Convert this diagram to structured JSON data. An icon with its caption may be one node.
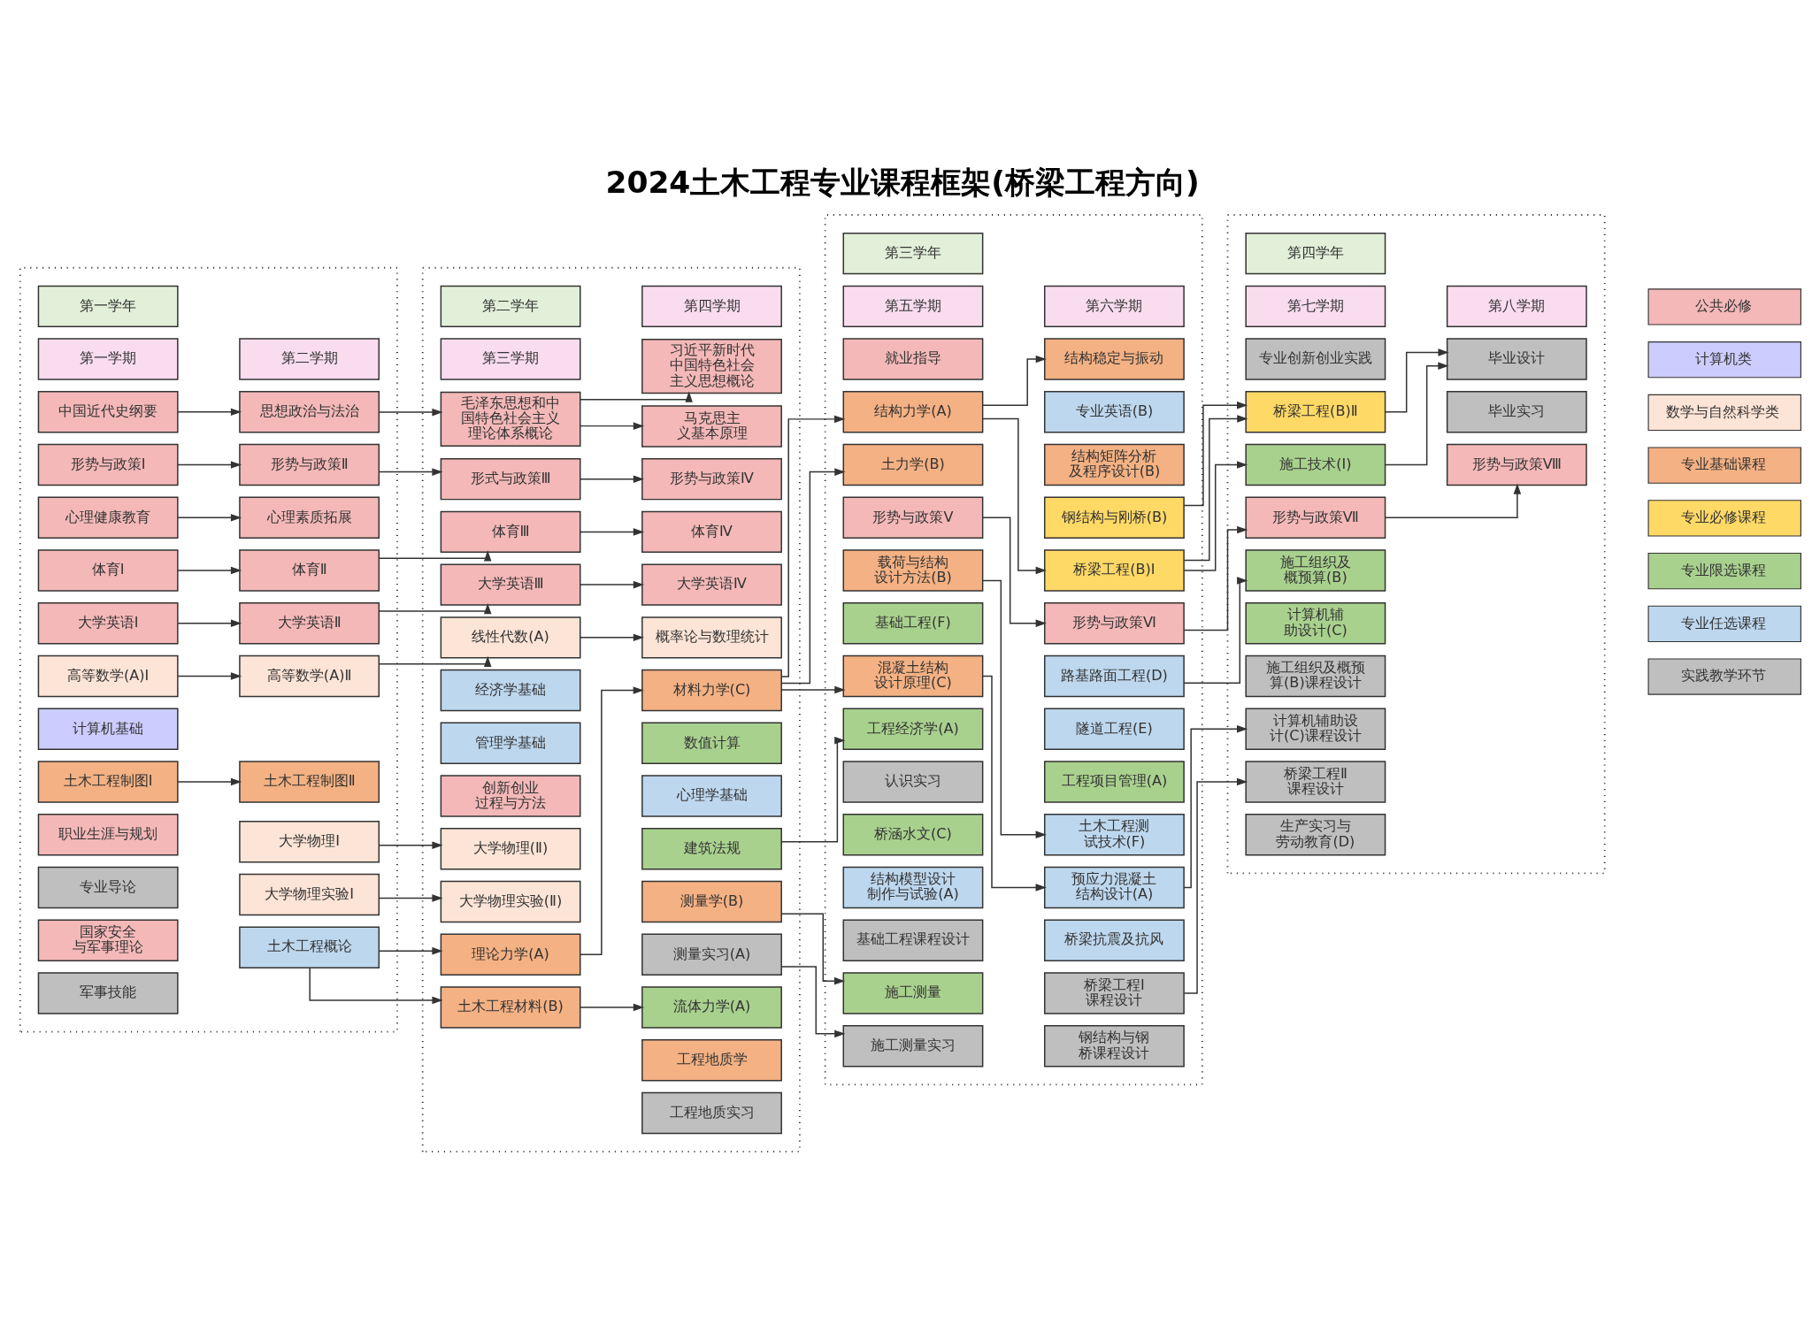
{
  "diagram": {
    "title": "2024土木工程专业课程框架(桥梁工程方向)",
    "nodes": [
      {
        "text": [],
        "shape": "box"
      },
      {
        "text": [
          "第一学年"
        ],
        "in": 0
      },
      {
        "text": [
          "第一学期"
        ],
        "in": 0
      },
      {
        "text": [
          "第二学期"
        ],
        "in": 0
      },
      {
        "text": [
          "中国近代史纲要"
        ],
        "in": 0
      },
      {
        "text": [
          "形势与政策Ⅰ"
        ],
        "in": 0
      },
      {
        "text": [
          "心理健康教育"
        ],
        "in": 0
      },
      {
        "text": [
          "体育Ⅰ"
        ],
        "in": 0
      },
      {
        "text": [
          "大学英语Ⅰ"
        ],
        "in": 0
      },
      {
        "text": [
          "高等数学(A)Ⅰ"
        ],
        "in": 0
      },
      {
        "text": [
          "计算机基础"
        ],
        "in": 0
      },
      {
        "text": [
          "土木工程制图Ⅰ"
        ],
        "in": 0
      },
      {
        "text": [
          "职业生涯与规划"
        ],
        "in": 0
      },
      {
        "text": [
          "专业导论"
        ],
        "in": 0
      },
      {
        "text": [
          "国家安全与军事理论"
        ],
        "in": 0
      },
      {
        "text": [
          "军事技能"
        ],
        "in": 0
      },
      {
        "text": [
          "思想政治与法治"
        ],
        "in": 0
      },
      {
        "text": [
          "形势与政策Ⅱ"
        ],
        "in": 0
      },
      {
        "text": [
          "心理素质拓展"
        ],
        "in": 0
      },
      {
        "text": [
          "体育Ⅱ"
        ],
        "in": 0
      },
      {
        "text": [
          "大学英语Ⅱ"
        ],
        "in": 0
      },
      {
        "text": [
          "高等数学(A)Ⅱ"
        ],
        "in": 0
      },
      {
        "text": [
          "土木工程制图Ⅱ"
        ],
        "in": 0
      },
      {
        "text": [
          "大学物理Ⅰ"
        ],
        "in": 0
      },
      {
        "text": [
          "大学物理实验Ⅰ"
        ],
        "in": 0
      },
      {
        "text": [
          "土木工程概论"
        ],
        "in": 0
      },
      {
        "text": [],
        "shape": "box"
      },
      {
        "text": [
          "第二学年"
        ],
        "in": 26
      },
      {
        "text": [
          "第三学期"
        ],
        "in": 26
      },
      {
        "text": [
          "第四学期"
        ],
        "in": 26
      },
      {
        "text": [
          "毛泽东思想和中国特色社会主义理论体系概论"
        ],
        "in": 26
      },
      {
        "text": [
          "形式与政策Ⅲ"
        ],
        "in": 26
      },
      {
        "text": [
          "体育Ⅲ"
        ],
        "in": 26
      },
      {
        "text": [
          "大学英语Ⅲ"
        ],
        "in": 26
      },
      {
        "text": [
          "线性代数(A)"
        ],
        "in": 26
      },
      {
        "text": [
          "经济学基础"
        ],
        "in": 26
      },
      {
        "text": [
          "管理学基础"
        ],
        "in": 26
      },
      {
        "text": [
          "创新创业过程与方法"
        ],
        "in": 26
      },
      {
        "text": [
          "大学物理(Ⅱ)"
        ],
        "in": 26
      },
      {
        "text": [
          "大学物理实验(Ⅱ)"
        ],
        "in": 26
      },
      {
        "text": [
          "理论力学(A)"
        ],
        "in": 26
      },
      {
        "text": [
          "土木工程材料(B)"
        ],
        "in": 26
      },
      {
        "text": [
          "习近平新时代中国特色社会主义思想概论"
        ],
        "in": 26
      },
      {
        "text": [
          "马克思主义基本原理"
        ],
        "in": 26
      },
      {
        "text": [
          "形势与政策Ⅳ"
        ],
        "in": 26
      },
      {
        "text": [
          "体育Ⅳ"
        ],
        "in": 26
      },
      {
        "text": [
          "大学英语Ⅳ"
        ],
        "in": 26
      },
      {
        "text": [
          "概率论与数理统计"
        ],
        "in": 26
      },
      {
        "text": [
          "数值计算"
        ],
        "in": 26
      },
      {
        "text": [
          "心理学基础"
        ],
        "in": 26
      },
      {
        "text": [
          "建筑法规"
        ],
        "in": 26
      },
      {
        "text": [
          "测量学(B)"
        ],
        "in": 26
      },
      {
        "text": [
          "测量实习(A)"
        ],
        "in": 26
      },
      {
        "text": [
          "流体力学(A)"
        ],
        "in": 26
      },
      {
        "text": [
          "材料力学(C)"
        ],
        "in": 26
      },
      {
        "text": [
          "工程地质学"
        ],
        "in": 26
      },
      {
        "text": [
          "工程地质实习"
        ],
        "in": 26
      },
      {
        "text": [],
        "shape": "box"
      },
      {
        "text": [
          "第三学年"
        ],
        "in": 57
      },
      {
        "text": [
          "第五学期"
        ],
        "in": 57
      },
      {
        "text": [
          "第六学期"
        ],
        "in": 57
      },
      {
        "text": [
          "就业指导"
        ],
        "in": 57
      },
      {
        "text": [
          "结构力学(A)"
        ],
        "in": 57
      },
      {
        "text": [
          "土力学(B)"
        ],
        "in": 57
      },
      {
        "text": [
          "形势与政策Ⅴ"
        ],
        "in": 57
      },
      {
        "text": [
          "载荷与结构设计方法(B)"
        ],
        "in": 57
      },
      {
        "text": [
          "基础工程(F)"
        ],
        "in": 57
      },
      {
        "text": [
          "混凝土结构设计原理(C)"
        ],
        "in": 57
      },
      {
        "text": [
          "工程经济学(A)"
        ],
        "in": 57
      },
      {
        "text": [
          "认识实习"
        ],
        "in": 57
      },
      {
        "text": [
          "桥涵水文(C)"
        ],
        "in": 57
      },
      {
        "text": [
          "结构模型设计制作与试验(A)"
        ],
        "in": 57
      },
      {
        "text": [
          "基础工程课程设计"
        ],
        "in": 57
      },
      {
        "text": [
          "施工测量"
        ],
        "in": 57
      },
      {
        "text": [
          "施工测量实习"
        ],
        "in": 57
      },
      {
        "text": [
          "结构稳定与振动"
        ],
        "in": 57
      },
      {
        "text": [
          "专业英语(B)"
        ],
        "in": 57
      },
      {
        "text": [
          "结构矩阵分析及程序设计(B)"
        ],
        "in": 57
      },
      {
        "text": [
          "桥梁工程(B)Ⅰ"
        ],
        "in": 57
      },
      {
        "text": [
          "形势与政策Ⅵ"
        ],
        "in": 57
      },
      {
        "text": [
          "钢结构与刚桥(B)"
        ],
        "in": 57
      },
      {
        "text": [
          "路基路面工程(D)"
        ],
        "in": 57
      },
      {
        "text": [
          "隧道工程(E)"
        ],
        "in": 57
      },
      {
        "text": [
          "工程项目管理(A)"
        ],
        "in": 57
      },
      {
        "text": [
          "土木工程测试技术(F)"
        ],
        "in": 57
      },
      {
        "text": [
          "预应力混凝土结构设计(A)"
        ],
        "in": 57
      },
      {
        "text": [
          "桥梁抗震及抗风"
        ],
        "in": 57
      },
      {
        "text": [
          "桥梁工程Ⅰ课程设计"
        ],
        "in": 57
      },
      {
        "text": [
          "钢结构与钢桥课程设计"
        ],
        "in": 57
      },
      {
        "text": [],
        "shape": "box"
      },
      {
        "text": [
          "第四学年"
        ],
        "in": 89
      },
      {
        "text": [
          "第七学期"
        ],
        "in": 89
      },
      {
        "text": [
          "第八学期"
        ],
        "in": 89
      },
      {
        "text": [
          "专业创新创业实践"
        ],
        "in": 89
      },
      {
        "text": [
          "桥梁工程(B)Ⅱ"
        ],
        "in": 89
      },
      {
        "text": [
          "施工技术(Ⅰ)"
        ],
        "in": 89
      },
      {
        "text": [
          "形势与政策Ⅶ"
        ],
        "in": 89
      },
      {
        "text": [
          "施工组织及概预算(B)"
        ],
        "in": 89
      },
      {
        "text": [
          "计算机辅助设计(C)"
        ],
        "in": 89
      },
      {
        "text": [
          "施工组织及概预算(B)课程设计"
        ],
        "in": 89
      },
      {
        "text": [
          "计算机辅助设计(C)课程设计"
        ],
        "in": 89
      },
      {
        "text": [
          "桥梁工程Ⅱ课程设计"
        ],
        "in": 89
      },
      {
        "text": [
          "生产实习与劳动教育(D)"
        ],
        "in": 89
      },
      {
        "text": [
          "形势与政策Ⅷ"
        ],
        "in": 89
      },
      {
        "text": [
          "毕业设计"
        ],
        "in": 89
      },
      {
        "text": [
          "毕业实习"
        ],
        "in": 89
      }
    ],
    "edges": [
      {
        "from": 4,
        "to": 16,
        "arrow": "to"
      },
      {
        "from": 5,
        "to": 17,
        "arrow": "to"
      },
      {
        "from": 6,
        "to": 18,
        "arrow": "to"
      },
      {
        "from": 7,
        "to": 19,
        "arrow": "to"
      },
      {
        "from": 8,
        "to": 20,
        "arrow": "to"
      },
      {
        "from": 9,
        "to": 21,
        "arrow": "to"
      },
      {
        "from": 11,
        "to": 22,
        "arrow": "to"
      },
      {
        "from": 16,
        "to": 30,
        "arrow": "to"
      },
      {
        "from": 17,
        "to": 31,
        "arrow": "to"
      },
      {
        "from": 19,
        "to": 32,
        "arrow": "to"
      },
      {
        "from": 20,
        "to": 33,
        "arrow": "to"
      },
      {
        "from": 21,
        "to": 34,
        "arrow": "to"
      },
      {
        "from": 23,
        "to": 38,
        "arrow": "to"
      },
      {
        "from": 24,
        "to": 39,
        "arrow": "to"
      },
      {
        "from": 25,
        "to": 40,
        "arrow": "to"
      },
      {
        "from": 25,
        "to": 41,
        "arrow": "to"
      },
      {
        "from": 30,
        "to": 42,
        "arrow": "to"
      },
      {
        "from": 30,
        "to": 43,
        "arrow": "to"
      },
      {
        "from": 31,
        "to": 44,
        "arrow": "to"
      },
      {
        "from": 32,
        "to": 45,
        "arrow": "to"
      },
      {
        "from": 33,
        "to": 46,
        "arrow": "to"
      },
      {
        "from": 34,
        "to": 47,
        "arrow": "to"
      },
      {
        "from": 40,
        "to": 54,
        "arrow": "to"
      },
      {
        "from": 41,
        "to": 53,
        "arrow": "to"
      },
      {
        "from": 54,
        "to": 62,
        "arrow": "to"
      },
      {
        "from": 54,
        "to": 63,
        "arrow": "to"
      },
      {
        "from": 54,
        "to": 67,
        "arrow": "to"
      },
      {
        "from": 50,
        "to": 68,
        "arrow": "to"
      },
      {
        "from": 51,
        "to": 73,
        "arrow": "to"
      },
      {
        "from": 52,
        "to": 74,
        "arrow": "to"
      },
      {
        "from": 62,
        "to": 75,
        "arrow": "to"
      },
      {
        "from": 62,
        "to": 78,
        "arrow": "to"
      },
      {
        "from": 64,
        "to": 79,
        "arrow": "to"
      },
      {
        "from": 65,
        "to": 84,
        "arrow": "to"
      },
      {
        "from": 67,
        "to": 85,
        "arrow": "to"
      },
      {
        "from": 78,
        "to": 95,
        "arrow": "to"
      },
      {
        "from": 78,
        "to": 94,
        "arrow": "to"
      },
      {
        "from": 80,
        "to": 94,
        "arrow": "to"
      },
      {
        "from": 79,
        "to": 96,
        "arrow": "to"
      },
      {
        "from": 81,
        "to": 97,
        "arrow": "to"
      },
      {
        "from": 85,
        "to": 100,
        "arrow": "to"
      },
      {
        "from": 87,
        "to": 101,
        "arrow": "to"
      },
      {
        "from": 94,
        "to": 104,
        "arrow": "to"
      },
      {
        "from": 95,
        "to": 104,
        "arrow": "to"
      },
      {
        "from": 96,
        "to": 103,
        "arrow": "to"
      }
    ],
    "legend": [
      {
        "text": "公共必修",
        "color": "#f4b8b8"
      },
      {
        "text": "计算机类",
        "color": "#ccccff"
      },
      {
        "text": "数学与自然科学类",
        "color": "#fce4d6"
      },
      {
        "text": "专业基础课程",
        "color": "#f4b183"
      },
      {
        "text": "专业必修课程",
        "color": "#ffd966"
      },
      {
        "text": "专业限选课程",
        "color": "#a9d18e"
      },
      {
        "text": "专业任选课程",
        "color": "#bdd7ee"
      },
      {
        "text": "实践教学环节",
        "color": "#bfbfbf"
      }
    ]
  }
}
